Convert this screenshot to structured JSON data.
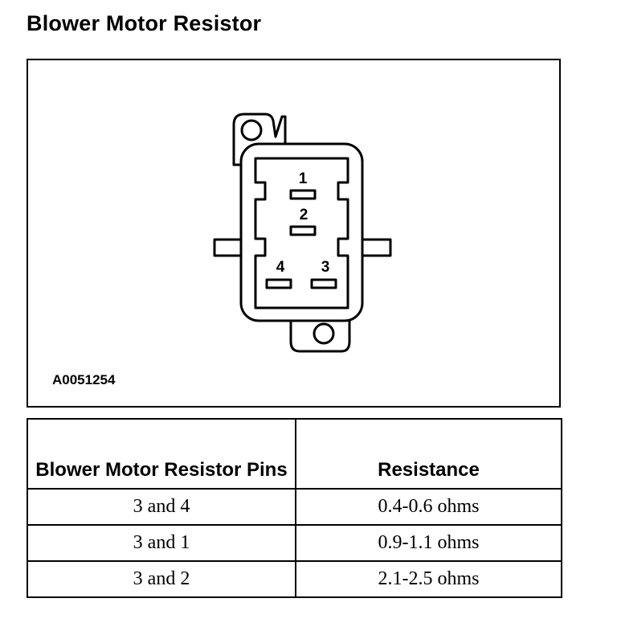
{
  "title": "Blower Motor Resistor",
  "figure": {
    "id": "A0051254",
    "pins": [
      {
        "label": "1"
      },
      {
        "label": "2"
      },
      {
        "label": "4"
      },
      {
        "label": "3"
      }
    ]
  },
  "table": {
    "headers": [
      "Blower Motor Resistor Pins",
      "Resistance"
    ],
    "rows": [
      [
        "3 and 4",
        "0.4-0.6 ohms"
      ],
      [
        "3 and 1",
        "0.9-1.1 ohms"
      ],
      [
        "3 and 2",
        "2.1-2.5 ohms"
      ]
    ]
  }
}
